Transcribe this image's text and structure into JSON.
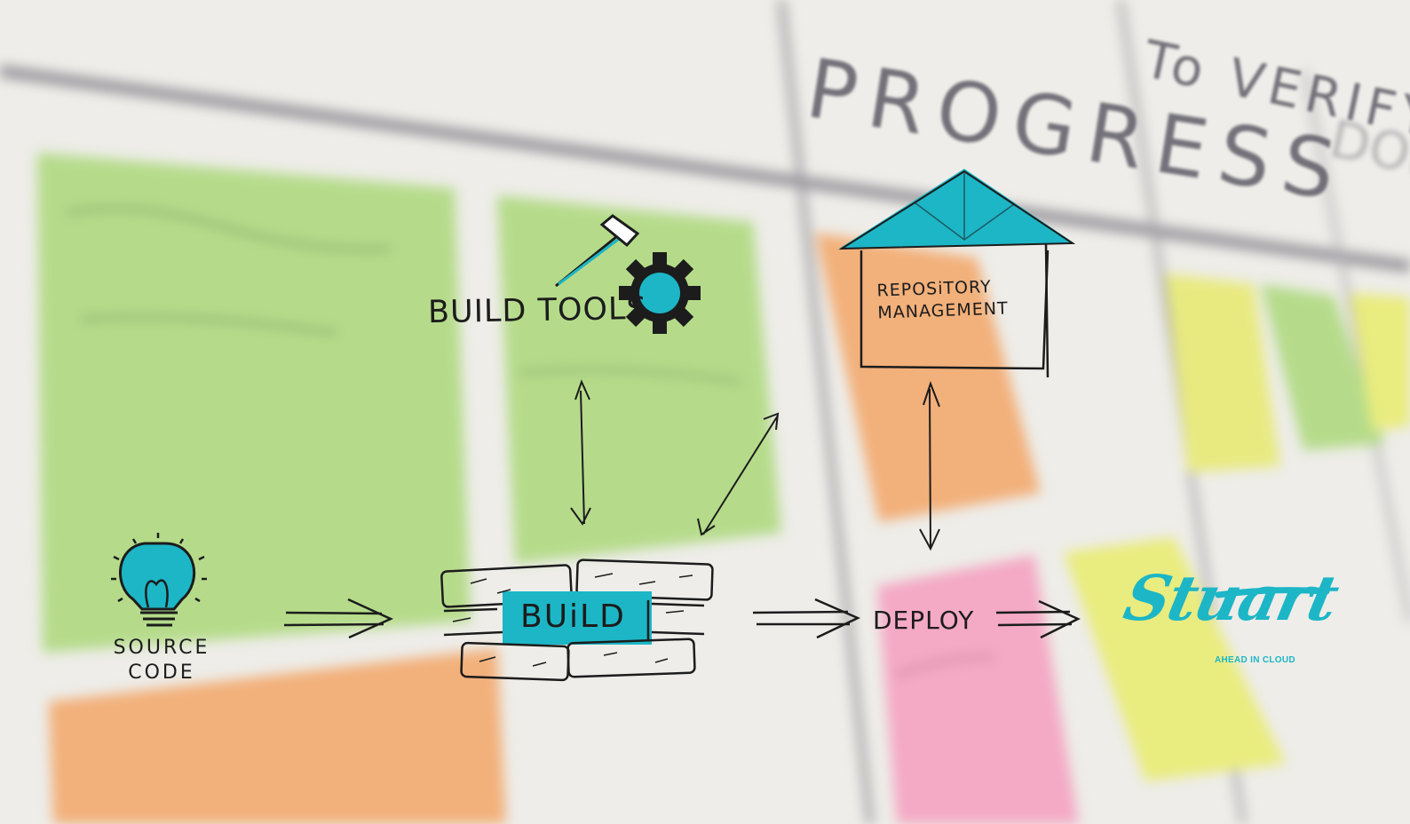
{
  "board": {
    "column_headings": [
      "PROGRESS",
      "To VERIFY",
      "DONE"
    ]
  },
  "diagram": {
    "build_tools_label": "BUILD TOOLS",
    "source_code_line1": "SOURCE",
    "source_code_line2": "CODE",
    "build_label": "BUiLD",
    "deploy_label": "DEPLOY",
    "repository_line1": "REPOSiTORY",
    "repository_line2": "MANAGEMENT"
  },
  "logo": {
    "name": "Stuart",
    "tagline": "AHEAD IN CLOUD"
  },
  "colors": {
    "accent": "#1cb6c6",
    "ink": "#1c1c1c",
    "sticky_green": "#b5db8a",
    "sticky_orange": "#f2b07a",
    "sticky_pink": "#f4a9c4",
    "sticky_yellow": "#e9ec7e"
  }
}
